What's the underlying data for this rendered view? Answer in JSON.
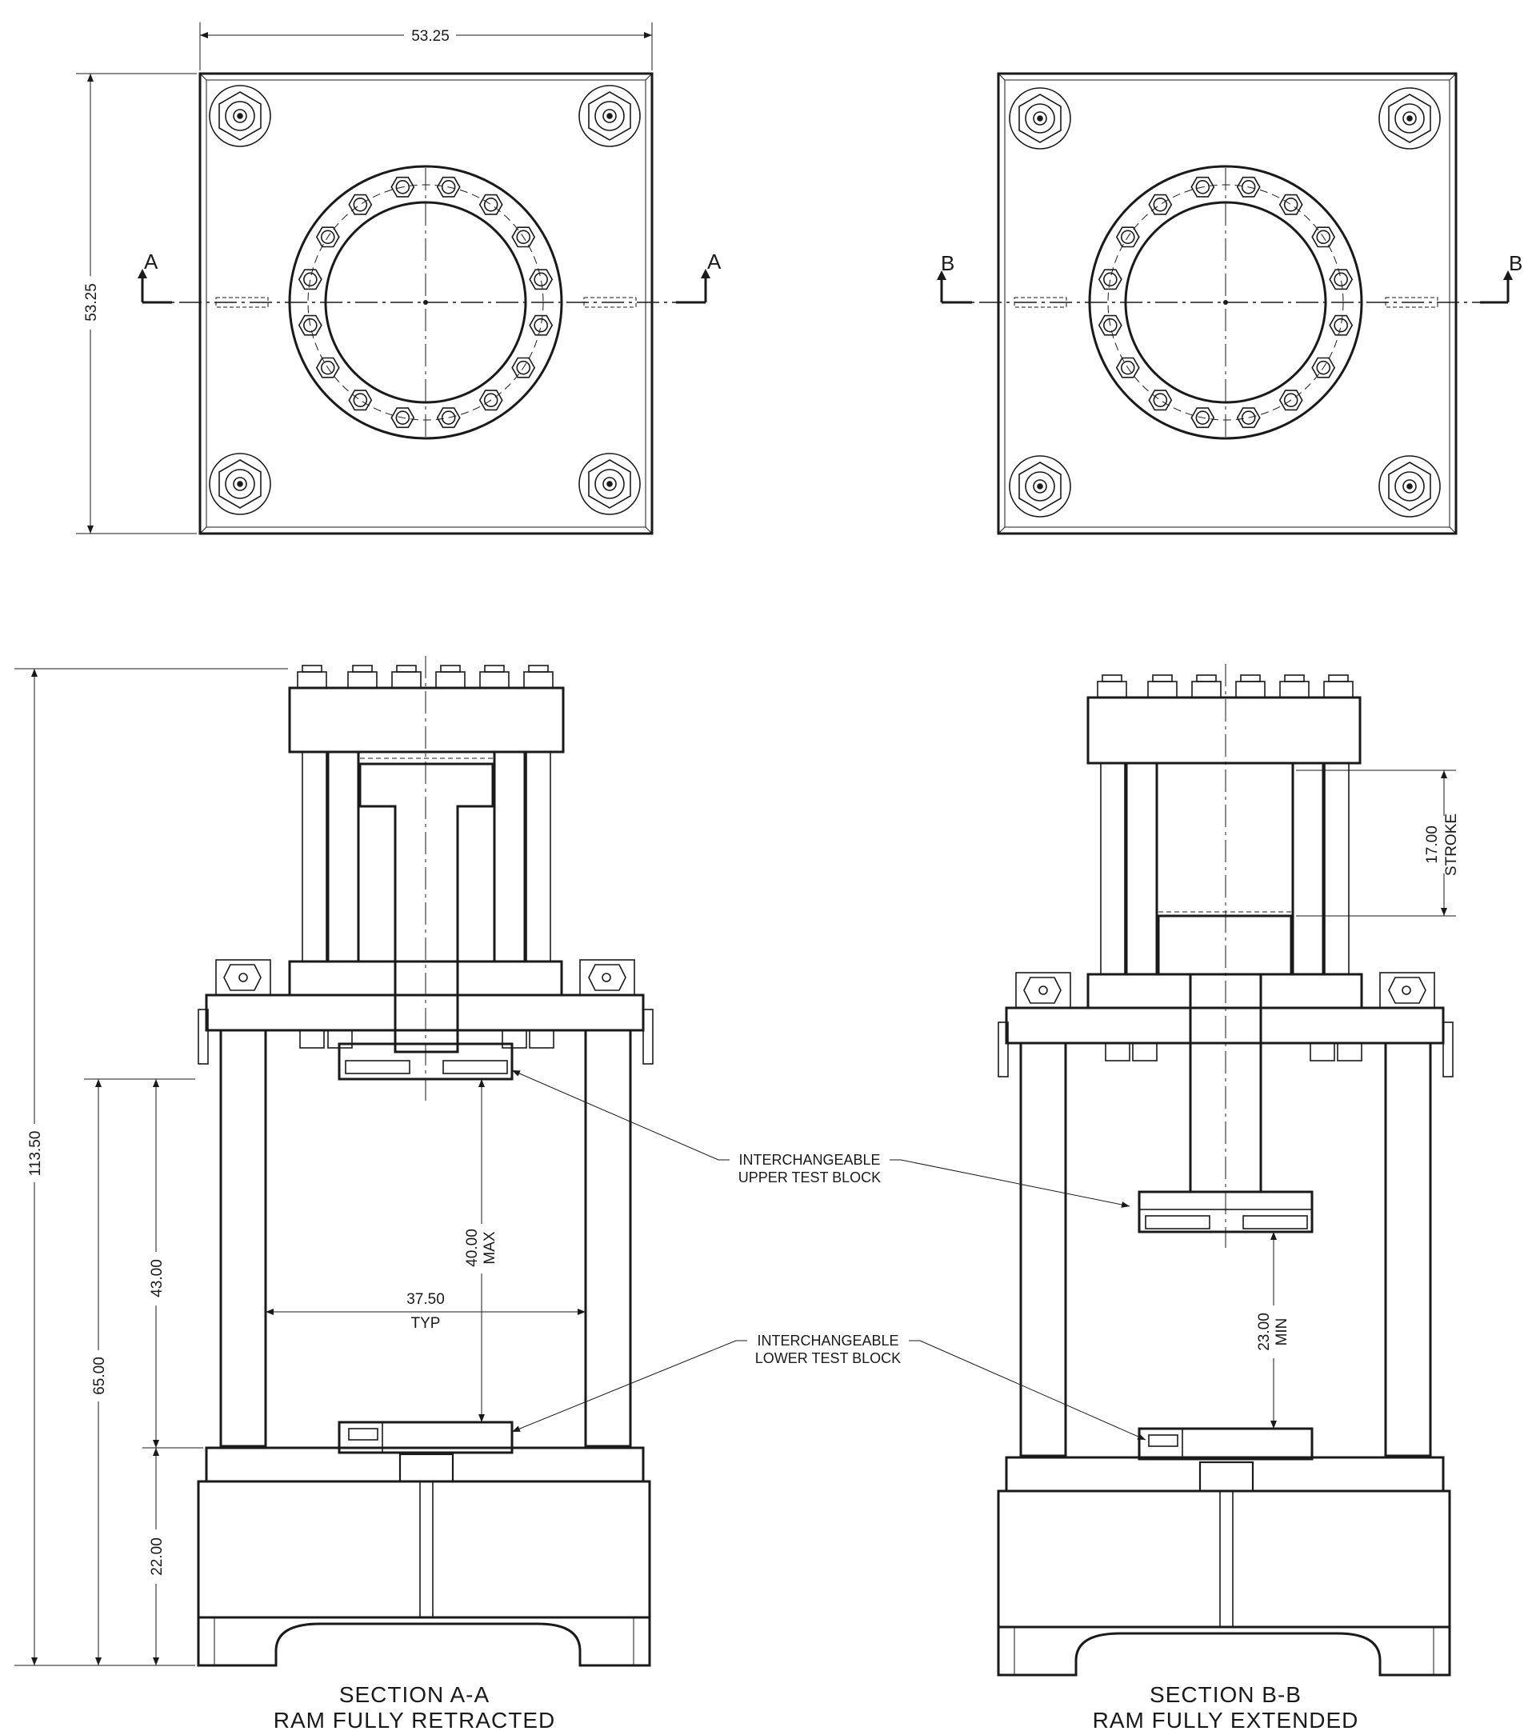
{
  "top_views": {
    "width_label": "53.25",
    "height_label": "53.25",
    "section_a_letter": "A",
    "section_b_letter": "B"
  },
  "section_a": {
    "overall_height": "113.50",
    "dim_65": "65.00",
    "dim_43": "43.00",
    "dim_22": "22.00",
    "dim_40": "40.00",
    "dim_40_note": "MAX",
    "dim_37": "37.50",
    "dim_37_note": "TYP",
    "title_line1": "SECTION A-A",
    "title_line2": "RAM FULLY RETRACTED"
  },
  "section_b": {
    "stroke_value": "17.00",
    "stroke_note": "STROKE",
    "dim_23": "23.00",
    "dim_23_note": "MIN",
    "title_line1": "SECTION B-B",
    "title_line2": "RAM FULLY EXTENDED"
  },
  "callouts": {
    "upper_line1": "INTERCHANGEABLE",
    "upper_line2": "UPPER TEST BLOCK",
    "lower_line1": "INTERCHANGEABLE",
    "lower_line2": "LOWER TEST BLOCK"
  }
}
